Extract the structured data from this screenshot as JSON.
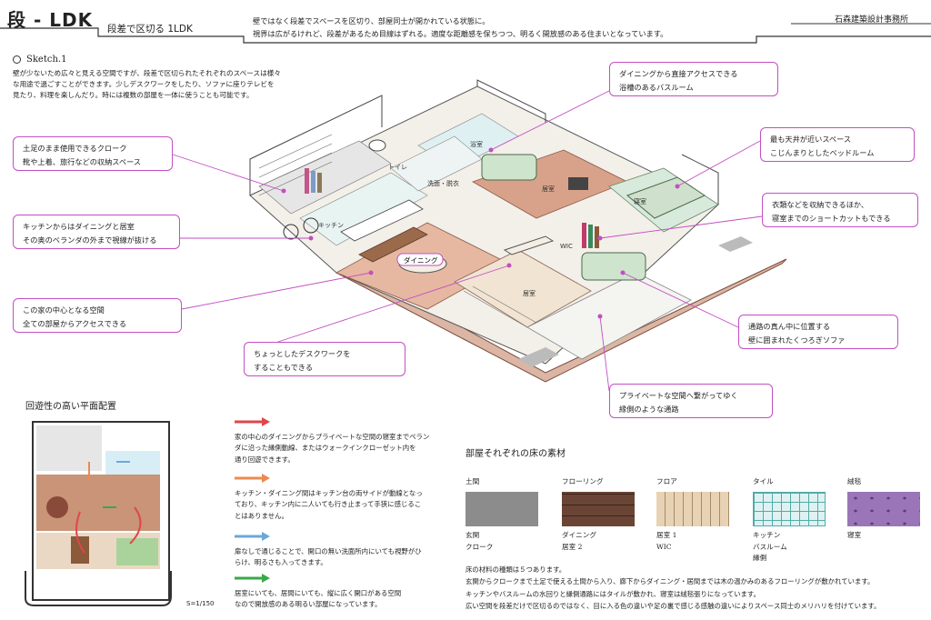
{
  "header": {
    "title": "段 - LDK",
    "subtitle": "段差で区切る 1LDK",
    "description": [
      "壁ではなく段差でスペースを区切り、部屋同士が開かれている状態に。",
      "視界は広がるけれど、段差があるため目線はずれる。適度な距離感を保ちつつ、明るく開放感のある住まいとなっています。"
    ],
    "office": "石森建築設計事務所"
  },
  "sketch": {
    "label": "Sketch.1",
    "intro": [
      "壁が少ないため広々と見える空間ですが、段差で区切られたそれぞれのスペースは様々",
      "な用途で過ごすことができます。少しデスクワークをしたり、ソファに座りテレビを",
      "見たり、料理を楽しんだり。時には複数の部屋を一体に使うことも可能です。"
    ],
    "room_labels": {
      "toilet": "トイレ",
      "bath": "浴室",
      "washroom": "洗面・脱衣",
      "living2": "居室",
      "bedroom": "寝室",
      "kitchen": "キッチン",
      "wic": "WIC",
      "dining": "ダイニング",
      "living1": "居室"
    },
    "callouts": {
      "cloak": [
        "土足のまま使用できるクローク",
        "靴や上着、旅行などの収納スペース"
      ],
      "kitchen": [
        "キッチンからはダイニングと居室",
        "その奥のベランダの外まで視線が抜ける"
      ],
      "center": [
        "この家の中心となる空間",
        "全ての部屋からアクセスできる"
      ],
      "desk": [
        "ちょっとしたデスクワークを",
        "することもできる"
      ],
      "bath": [
        "ダイニングから直接アクセスできる",
        "浴槽のあるバスルーム"
      ],
      "bedroom": [
        "最も天井が近いスペース",
        "こじんまりとしたベッドルーム"
      ],
      "storage": [
        "衣類などを収納できるほか、",
        "寝室までのショートカットもできる"
      ],
      "sofa": [
        "通路の真ん中に位置する",
        "壁に囲まれたくつろぎソファ"
      ],
      "engawa": [
        "プライベートな空間へ繋がってゆく",
        "縁側のような通路"
      ]
    }
  },
  "plan": {
    "title": "回遊性の高い平面配置",
    "scale": "S=1/150"
  },
  "legend": [
    {
      "color": "#e0464a",
      "text": [
        "家の中心のダイニングからプライベートな空間の寝室までベラン",
        "ダに沿った縁側動線、またはウォークインクローゼット内を",
        "通り回遊できます。"
      ]
    },
    {
      "color": "#ec8a50",
      "text": [
        "キッチン・ダイニング間はキッチン台の両サイドが動線となっ",
        "ており、キッチン内に二人いても行き止まって手狭に感じるこ",
        "とはありません。"
      ]
    },
    {
      "color": "#6aa8da",
      "text": [
        "扉なしで通じることで、開口の無い洗面所内にいても視野がひ",
        "らけ、明るさも入ってきます。"
      ]
    },
    {
      "color": "#3aa84a",
      "text": [
        "居室にいても、居間にいても、縦に広く開口がある空間",
        "なので開放感のある明るい部屋になっています。"
      ]
    }
  ],
  "materials": {
    "title": "部屋それぞれの床の素材",
    "items": [
      {
        "name": "土間",
        "color": "#8c8c8c",
        "rooms": [
          "玄関",
          "クローク"
        ]
      },
      {
        "name": "フローリング",
        "color": "#6a4535",
        "rooms": [
          "ダイニング",
          "居室 2"
        ]
      },
      {
        "name": "フロア",
        "color": "#e8d2b4",
        "rooms": [
          "居室 1",
          "WIC"
        ]
      },
      {
        "name": "タイル",
        "color": "#dff2f2",
        "rooms": [
          "キッチン",
          "バスルーム",
          "縁側"
        ]
      },
      {
        "name": "絨毯",
        "color": "#9a76b8",
        "rooms": [
          "寝室"
        ]
      }
    ],
    "notes": [
      "床の材料の種類は５つあります。",
      "玄関からクロークまで土足で使える土間から入り、廊下からダイニング・居間までは木の温かみのあるフローリングが敷かれています。",
      "キッチンやバスルームの水回りと縁側通路にはタイルが敷かれ、寝室は絨毯張りになっています。",
      "広い空間を段差だけで区切るのではなく、目に入る色の違いや足の裏で感じる感触の違いによりスペース同士のメリハリを付けています。"
    ]
  },
  "colors": {
    "accent": "#c24fc2"
  }
}
